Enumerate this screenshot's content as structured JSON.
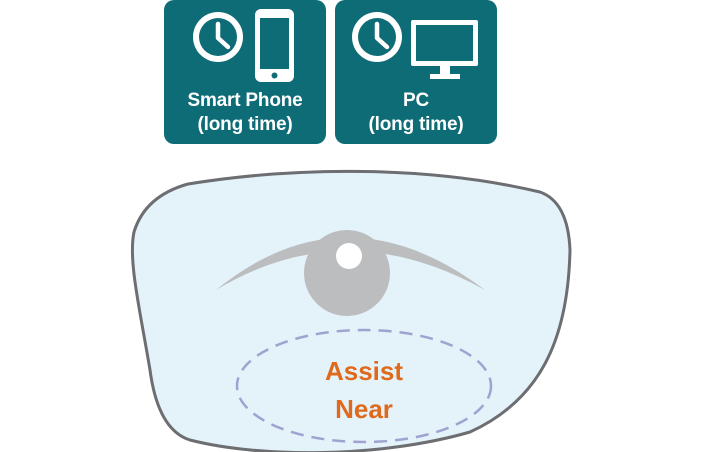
{
  "tiles": [
    {
      "line1": "Smart Phone",
      "line2": "(long time)",
      "icon": "smartphone-icon"
    },
    {
      "line1": "PC",
      "line2": "(long time)",
      "icon": "monitor-icon"
    }
  ],
  "lens": {
    "zone_line1": "Assist",
    "zone_line2": "Near"
  },
  "colors": {
    "tile": "#0e6c77",
    "lens_fill": "#e4f2fa",
    "lens_border": "#6d6e71",
    "eye": "#bcbdbf",
    "zone_dash": "#9fa3d0",
    "zone_text": "#e06a1c"
  }
}
